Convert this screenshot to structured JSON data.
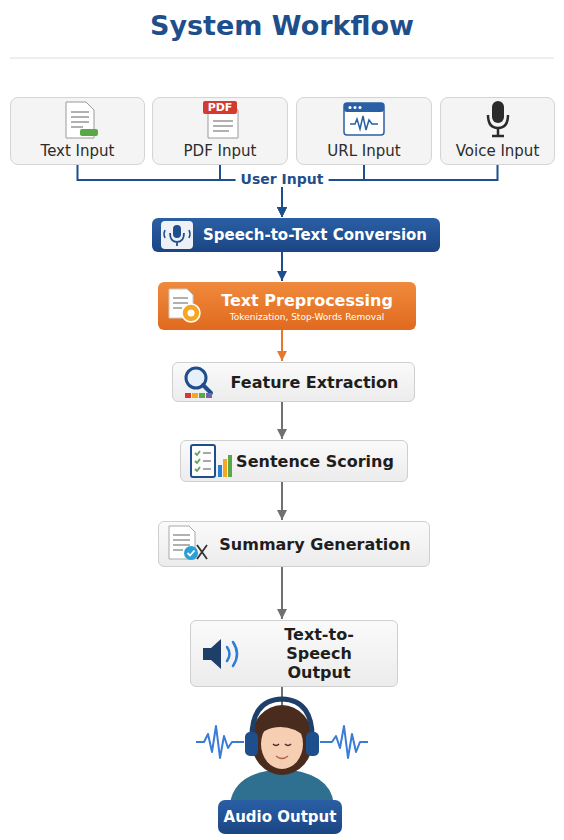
{
  "diagram": {
    "title": "System Workflow",
    "nodes": [
      {
        "text": [
          "Text Input"
        ]
      },
      {
        "text": [
          "PDF Input"
        ]
      },
      {
        "text": [
          "URL Input"
        ]
      },
      {
        "text": [
          "Voice Input"
        ]
      },
      {
        "text": [
          "Speech-to-Text Conversion"
        ]
      },
      {
        "text": [
          "Text Preprocessing",
          "Tokenization, Stop-Words Removal"
        ]
      },
      {
        "text": [
          "Feature Extraction"
        ]
      },
      {
        "text": [
          "Sentence Scoring"
        ]
      },
      {
        "text": [
          "Summary Generation"
        ]
      },
      {
        "text": [
          "Text-to-Speech Output"
        ]
      },
      {
        "text": [
          "Audio Output"
        ]
      }
    ],
    "edges": [
      {
        "from": 0,
        "to": 4,
        "arrow": "to"
      },
      {
        "from": 1,
        "to": 4,
        "arrow": "to"
      },
      {
        "from": 2,
        "to": 4,
        "arrow": "to"
      },
      {
        "from": 3,
        "to": 4,
        "arrow": "to"
      },
      {
        "from": 4,
        "to": 5,
        "arrow": "to"
      },
      {
        "from": 5,
        "to": 6,
        "arrow": "to"
      },
      {
        "from": 6,
        "to": 7,
        "arrow": "to"
      },
      {
        "from": 7,
        "to": 8,
        "arrow": "to"
      },
      {
        "from": 8,
        "to": 9,
        "arrow": "to"
      },
      {
        "from": 9,
        "to": 10,
        "arrow": "none"
      }
    ],
    "labels": [
      "PDF",
      "User Input"
    ]
  }
}
